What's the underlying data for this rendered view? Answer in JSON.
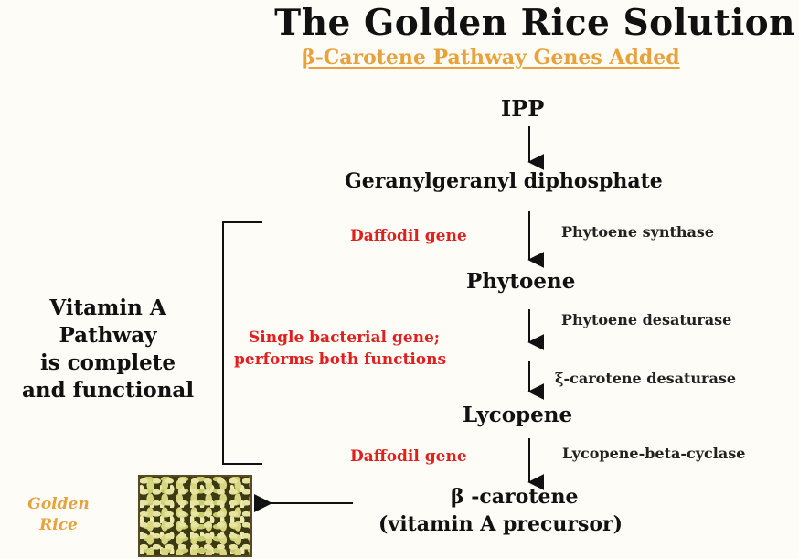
{
  "header": {
    "title": "The Golden Rice Solution",
    "subtitle": "β-Carotene Pathway Genes Added"
  },
  "pathway": {
    "ipp": "IPP",
    "ggpp": "Geranylgeranyl diphosphate",
    "phytoene": "Phytoene",
    "lycopene": "Lycopene",
    "beta_carotene": "β -carotene",
    "beta_carotene_note": "(vitamin A precursor)"
  },
  "enzymes": {
    "phytoene_synthase": "Phytoene synthase",
    "phytoene_desaturase": "Phytoene desaturase",
    "zeta_desaturase": "ξ-carotene desaturase",
    "lycopene_cyclase": "Lycopene-beta-cyclase"
  },
  "genes": {
    "daffodil_1": "Daffodil gene",
    "bacterial_line1": "Single bacterial gene;",
    "bacterial_line2": "performs both functions",
    "daffodil_2": "Daffodil gene"
  },
  "sidebar": {
    "lines": [
      "Vitamin A",
      "Pathway",
      "is complete",
      "and functional"
    ]
  },
  "golden_rice": {
    "lines": [
      "Golden",
      "Rice"
    ]
  },
  "colors": {
    "accent_orange": "#e8a23c",
    "gene_red": "#e0201f",
    "background": "#fdfcf6"
  }
}
